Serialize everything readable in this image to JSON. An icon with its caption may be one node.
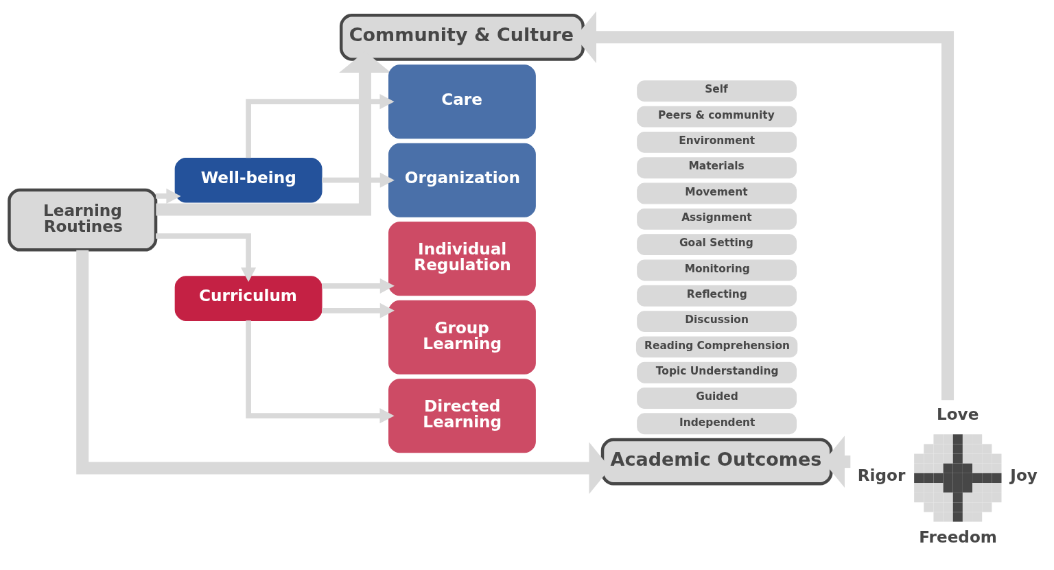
{
  "diagram": {
    "nodes": [
      {
        "text": [
          "Community & Culture"
        ]
      },
      {
        "text": [
          "Learning Routines"
        ]
      },
      {
        "text": [
          "Well-being"
        ]
      },
      {
        "text": [
          "Care"
        ]
      },
      {
        "text": [
          "Self"
        ]
      },
      {
        "text": [
          "Peers & community"
        ]
      },
      {
        "text": [
          "Environment"
        ]
      },
      {
        "text": [
          "Organization"
        ]
      },
      {
        "text": [
          "Materials"
        ]
      },
      {
        "text": [
          "Movement"
        ]
      },
      {
        "text": [
          "Assignment"
        ]
      },
      {
        "text": [
          "Curriculum"
        ]
      },
      {
        "text": [
          "Individual Regulation"
        ]
      },
      {
        "text": [
          "Goal Setting"
        ]
      },
      {
        "text": [
          "Monitoring"
        ]
      },
      {
        "text": [
          "Reflecting"
        ]
      },
      {
        "text": [
          "Group Learning"
        ]
      },
      {
        "text": [
          "Discussion"
        ]
      },
      {
        "text": [
          "Reading Comprehension"
        ]
      },
      {
        "text": [
          "Topic Understanding"
        ]
      },
      {
        "text": [
          "Directed Learning"
        ]
      },
      {
        "text": [
          "Guided"
        ]
      },
      {
        "text": [
          "Independent"
        ]
      },
      {
        "text": [],
        "shape": "star",
        "beside": [
          "Love",
          "Rigor",
          "Joy",
          "Freedom"
        ]
      },
      {
        "text": [
          "Academic Outcomes"
        ]
      }
    ],
    "edges": [
      {
        "from": 1,
        "to": 0,
        "arrow": "to",
        "style": "thick"
      },
      {
        "from": 1,
        "to": 2,
        "arrow": "to"
      },
      {
        "from": 1,
        "to": 11,
        "arrow": "to"
      },
      {
        "from": 2,
        "to": 3,
        "arrow": "to"
      },
      {
        "from": 2,
        "to": 7,
        "arrow": "to"
      },
      {
        "from": 11,
        "to": 12,
        "arrow": "to"
      },
      {
        "from": 11,
        "to": 16,
        "arrow": "to"
      },
      {
        "from": 11,
        "to": 20,
        "arrow": "to"
      },
      {
        "from": 1,
        "to": 24,
        "arrow": "to",
        "style": "thick"
      },
      {
        "from": 23,
        "to": 0,
        "arrow": "to",
        "style": "thick"
      },
      {
        "from": 23,
        "to": 24,
        "arrow": "to",
        "style": "thick"
      }
    ]
  }
}
